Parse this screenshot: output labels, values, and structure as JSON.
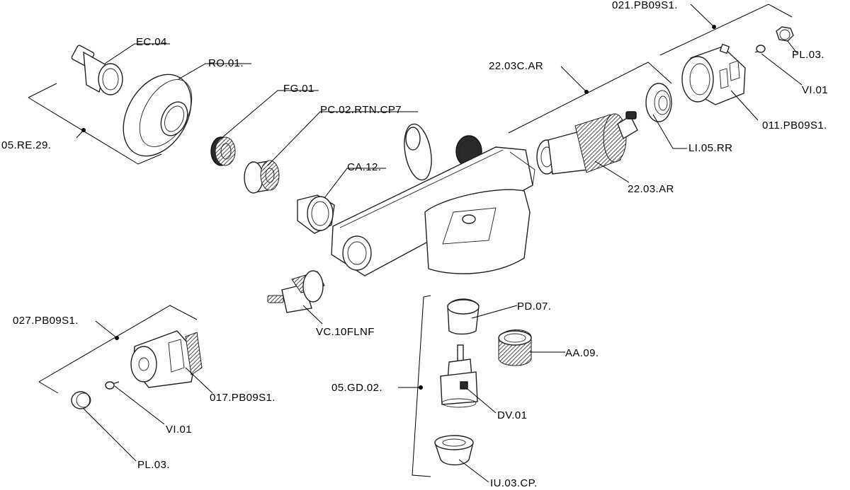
{
  "labels": {
    "ec04": "EC.04",
    "ro01": "RO.01.",
    "re29": "05.RE.29.",
    "fg01": "FG.01",
    "pc02": "PC.02.RTN.CP7",
    "ca12": "CA.12.",
    "vc10": "VC.10FLNF",
    "ar22c": "22.03C.AR",
    "ar22": "22.03.AR",
    "li05": "LI.05.RR",
    "pb021": "021.PB09S1.",
    "pl03_top": "PL.03.",
    "vi01_top": "VI.01",
    "pb011": "011.PB09S1.",
    "pb027": "027.PB09S1.",
    "pb017": "017.PB09S1.",
    "vi01_bottom": "VI.01",
    "pl03_bottom": "PL.03.",
    "gd02": "05.GD.02.",
    "pd07": "PD.07.",
    "aa09": "AA.09.",
    "dv01": "DV.01",
    "iu03": "IU.03.CP."
  }
}
